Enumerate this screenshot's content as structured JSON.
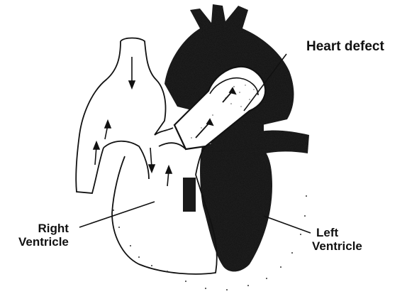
{
  "labels": {
    "heart_defect": "Heart defect",
    "right_ventricle": [
      "Right",
      "Ventricle"
    ],
    "left_ventricle": [
      "Left",
      "Ventricle"
    ]
  },
  "colors": {
    "ink": "#111111",
    "background": "#ffffff",
    "shading": "#1a1a1a"
  }
}
